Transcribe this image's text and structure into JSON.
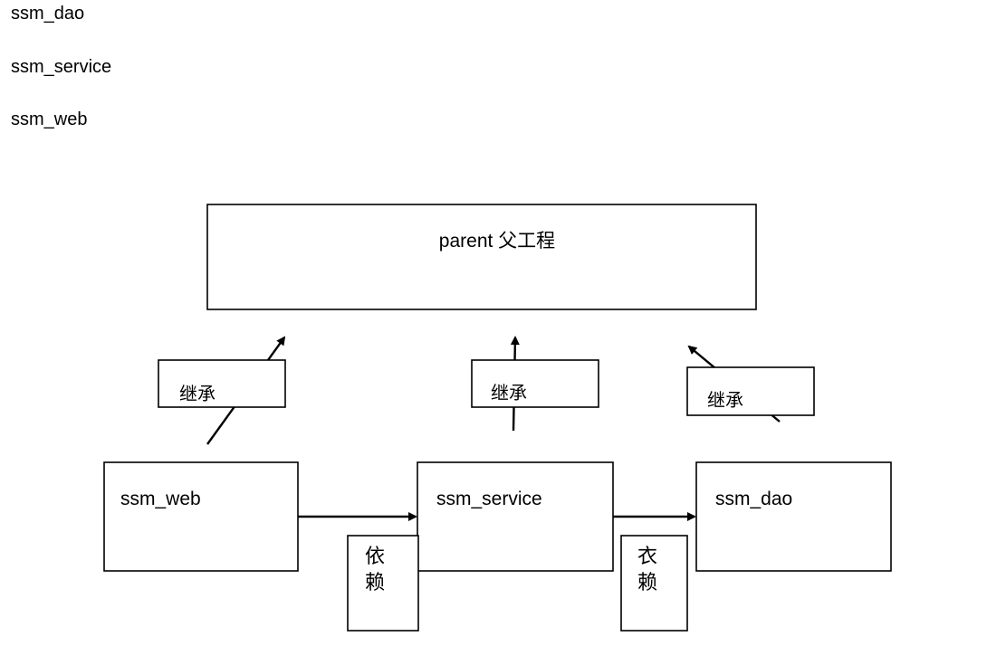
{
  "notes": {
    "lines": [
      "ssm_dao",
      "ssm_service",
      "ssm_web"
    ]
  },
  "diagram": {
    "parent": {
      "label": "parent 父工程"
    },
    "modules": {
      "web": {
        "label": "ssm_web"
      },
      "service": {
        "label": "ssm_service"
      },
      "dao": {
        "label": "ssm_dao"
      }
    },
    "inherit": {
      "web_label": "继承",
      "service_label": "继承",
      "dao_label": "继承"
    },
    "depend": {
      "web_to_service_label": [
        "依",
        "赖"
      ],
      "service_to_dao_label": [
        "衣",
        "赖"
      ]
    }
  }
}
